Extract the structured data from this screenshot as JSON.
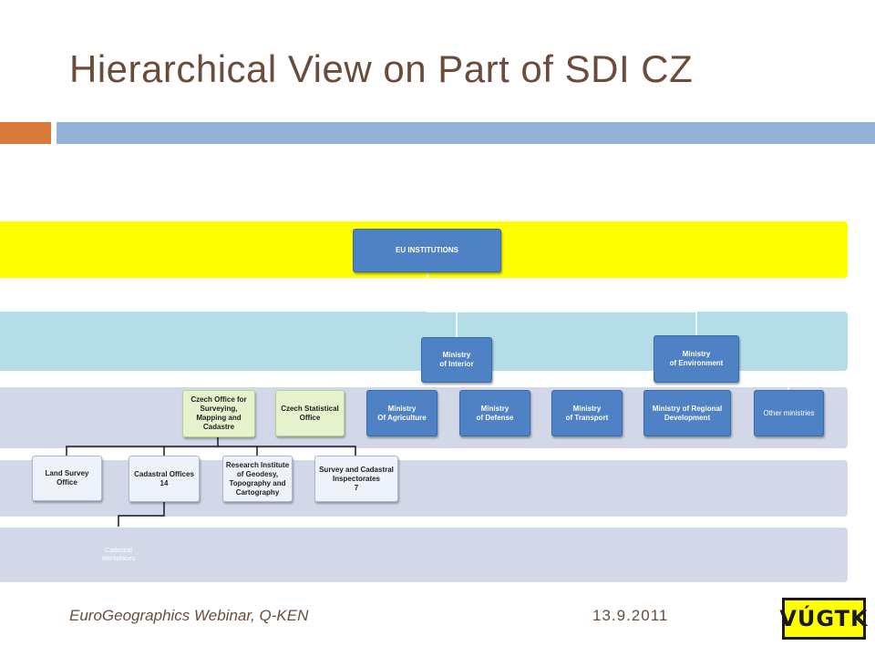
{
  "slide": {
    "title": "Hierarchical View on Part of SDI CZ",
    "footer": "EuroGeographics Webinar, Q-KEN",
    "date": "13.9.2011",
    "logo_text": "VÚGTK"
  },
  "colors": {
    "accent_orange": "#d9793a",
    "accent_blue": "#93b2d5",
    "band_eu": "#ffff00",
    "band_ministries": "#b4dde8",
    "band_agencies": "#d2d8e8",
    "node_blue": "#4f81c5",
    "node_green": "#e6f2cc",
    "title_color": "#6b4c3b"
  },
  "org": {
    "eu": "EU INSTITUTIONS",
    "min_interior": "Ministry\nof Interior",
    "min_environment": "Ministry\nof Environment",
    "cuzk": "Czech Office for\nSurveying,\nMapping and\nCadastre",
    "czso": "Czech Statistical\nOffice",
    "min_agriculture": "Ministry\nOf Agriculture",
    "min_defense": "Ministry\nof Defense",
    "min_transport": "Ministry\nof Transport",
    "min_regional": "Ministry of Regional\nDevelopment",
    "other_ministries": "Other ministries",
    "land_survey": "Land Survey\nOffice",
    "cadastral_offices": "Cadastral Offices\n14",
    "research_institute": "Research Institute\nof Geodesy,\nTopography and\nCartography",
    "survey_inspectorates": "Survey and Cadastral\nInspectorates\n7",
    "cadastral_workplaces": "Cadastral\nWorkplaces"
  }
}
